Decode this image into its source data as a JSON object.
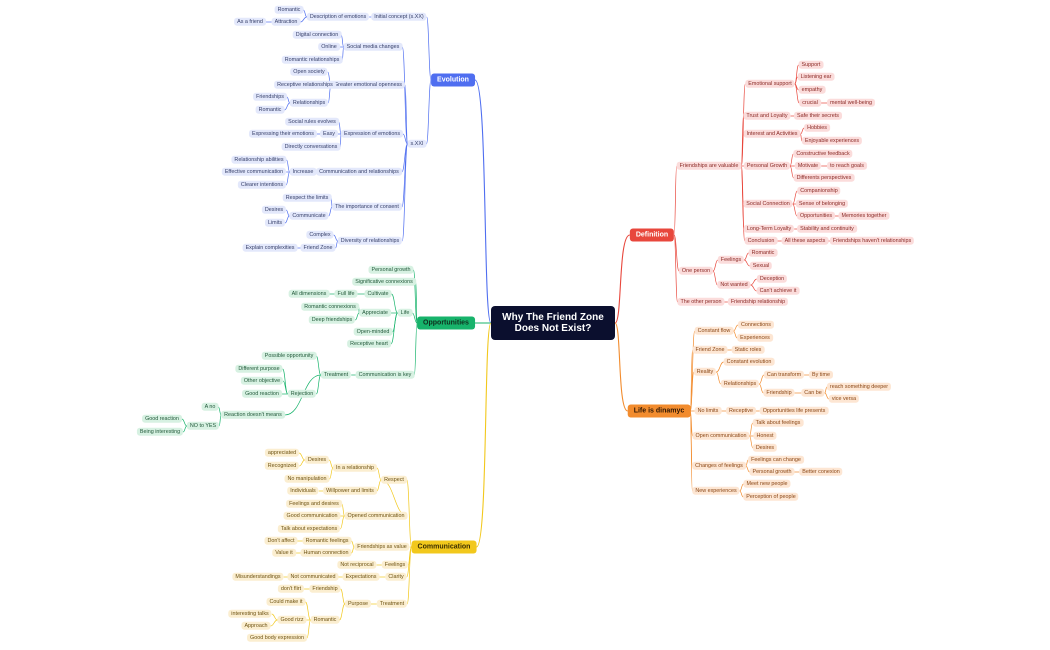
{
  "title": "Why The Friend Zone\nDoes Not Exist?",
  "colors": {
    "blue": "#4f6ef0",
    "green": "#17b36b",
    "yellow": "#f2c81c",
    "red": "#e8473c",
    "orange": "#f28c2e"
  },
  "branches": {
    "evolution": {
      "label": "Evolution",
      "initial_concept": {
        "label": "Initial concept (s.XX)",
        "description": {
          "label": "Description of emotions",
          "romantic": "Romantic",
          "attraction": "Attraction",
          "as_a_friend": "As a friend"
        }
      },
      "xxi": {
        "label": "s.XXI",
        "social_media": {
          "label": "Social media changes",
          "digital": "Digital connection",
          "online": "Online",
          "romantic_rel": "Romantic relationships"
        },
        "openness": {
          "label": "Greater emotional openness",
          "open_society": "Open society",
          "receptive": "Receptive relationships",
          "relationships": "Relationships",
          "friendships": "Friendships",
          "romantic": "Romantic"
        },
        "expression": {
          "label": "Expression of emotions",
          "social_rules": "Social rules evolves",
          "easy": "Easy",
          "expressing": "Expressing their emotions",
          "directly": "Directly conversations"
        },
        "communication": {
          "label": "Communication and relationships",
          "increase": "Increase",
          "abilities": "Relationship abilities",
          "effective": "Effective communication",
          "clearer": "Clearer intentions"
        },
        "consent": {
          "label": "The importance of consent",
          "respect": "Respect the limits",
          "communicate": "Communicate",
          "desires": "Desires",
          "limits": "Limits"
        },
        "diversity": {
          "label": "Diversity of relationships",
          "complex": "Complex",
          "friend_zone": "Friend Zone",
          "explain": "Explain complexities"
        }
      }
    },
    "opportunities": {
      "label": "Opportunities",
      "personal_growth": "Personal growth",
      "significative": "Significative connexions",
      "life": {
        "label": "Life",
        "cultivate": "Cultivate",
        "full_life": "Full life",
        "all_dimensions": "All dimensions",
        "appreciate": "Appreciate",
        "romantic_conn": "Romantic connexions",
        "deep_friend": "Deep friendships",
        "open_minded": "Open-minded",
        "receptive_heart": "Receptive heart"
      },
      "communication_key": {
        "label": "Communication is key",
        "treatment": {
          "label": "Treatment",
          "possible": "Possible opportunity",
          "rejection": "Rejection",
          "different": "Different purpose",
          "other": "Other objective",
          "good_reaction": "Good reaction"
        },
        "reaction": {
          "label": "Reaction doesn't means",
          "a_no": "A no",
          "no_to_yes": "NO to YES",
          "good_reaction": "Good reaction",
          "being": "Being interesting"
        }
      }
    },
    "communication": {
      "label": "Communication",
      "respect": {
        "label": "Respect",
        "relationship": {
          "label": "In a relationship",
          "desires": "Desires",
          "appreciated": "appreciated",
          "recognized": "Recognized",
          "no_manip": "No manipulation"
        },
        "willpower": {
          "label": "Willpower and limits",
          "individuals": "Individuals"
        },
        "opened": {
          "label": "Opened communication",
          "feelings": "Feelings and desires",
          "good_comm": "Good communication",
          "talk": "Talk about expectations"
        }
      },
      "friendship_value": {
        "label": "Friendships as value",
        "romantic_feelings": "Romantic feelings",
        "dont_affect": "Don't affect",
        "human": "Human connection",
        "value_it": "Value it"
      },
      "feelings": {
        "label": "Feelings",
        "not_reciprocal": "Not reciprocal"
      },
      "clarity": {
        "label": "Clarity",
        "expectations": "Expectations",
        "not_comm": "Not communicated",
        "misunder": "Misunderstandings"
      },
      "treatment": {
        "label": "Treatment",
        "purpose": {
          "label": "Purpose",
          "friendship": "Friendship",
          "dont_flirt": "don't flirt",
          "romantic": "Romantic",
          "could_make": "Could make it",
          "good_rizz": "Good rizz",
          "interesting": "interesting talks",
          "approach": "Approach",
          "body": "Good body expression"
        }
      }
    },
    "definition": {
      "label": "Definition",
      "valuable": {
        "label": "Friendships are valuable",
        "emotional": {
          "label": "Emotional support",
          "support": "Support",
          "listening": "Listening ear",
          "empathy": "empathy",
          "crucial": "crucial",
          "mental": "mental well-being"
        },
        "trust": {
          "label": "Trust and Loyalty",
          "safe": "Safe their secrets"
        },
        "interest": {
          "label": "Interest and Activities",
          "hobbies": "Hobbies",
          "enjoyable": "Enjoyable experiences"
        },
        "growth": {
          "label": "Personal Growth",
          "constructive": "Constructive feedback",
          "motivate": "Motivate",
          "reach": "to reach goals",
          "perspectives": "Differents perspectives"
        },
        "social": {
          "label": "Social Connection",
          "companionship": "Companionship",
          "belonging": "Sense of belonging",
          "opportunities": "Opportunities",
          "memories": "Memories together"
        },
        "long_term": {
          "label": "Long-Term Loyalty",
          "stability": "Stability and continuity"
        },
        "conclusion": {
          "label": "Conclusion",
          "all_aspects": "All these aspects",
          "havent": "Friendships haven't relationships"
        }
      },
      "one_person": {
        "label": "One person",
        "feelings": "Feelings",
        "romantic": "Romantic",
        "sexual": "Sexual",
        "not_wanted": "Not wanted",
        "deception": "Deception",
        "cant": "Can't achieve it"
      },
      "other_person": {
        "label": "The other person",
        "friendship_rel": "Friendship relationship"
      }
    },
    "life_dynamic": {
      "label": "Life is dinamyc",
      "constant_flow": {
        "label": "Constant flow",
        "connections": "Connections",
        "experiences": "Experiences"
      },
      "friend_zone": {
        "label": "Friend Zone",
        "static": "Static roles"
      },
      "reality": {
        "label": "Reality",
        "evolution": "Constant evolution",
        "relationships": "Relationships",
        "can_transform": "Can transform",
        "by_time": "By time",
        "friendship": "Friendship",
        "can_be": "Can be",
        "reach_deeper": "reach something deeper",
        "vice_versa": "vice versa"
      },
      "no_limits": {
        "label": "No limits",
        "receptive": "Receptive",
        "opportunities": "Opportunities life presents"
      },
      "open_comm": {
        "label": "Open communication",
        "talk": "Talk about feelings",
        "honest": "Honest",
        "desires": "Desires"
      },
      "changes": {
        "label": "Changes of feelings",
        "can_change": "Feelings can change",
        "personal_growth": "Personal growth",
        "better": "Better conexion"
      },
      "new_exp": {
        "label": "New experiences",
        "meet": "Meet new people",
        "perception": "Perception of people"
      }
    }
  }
}
